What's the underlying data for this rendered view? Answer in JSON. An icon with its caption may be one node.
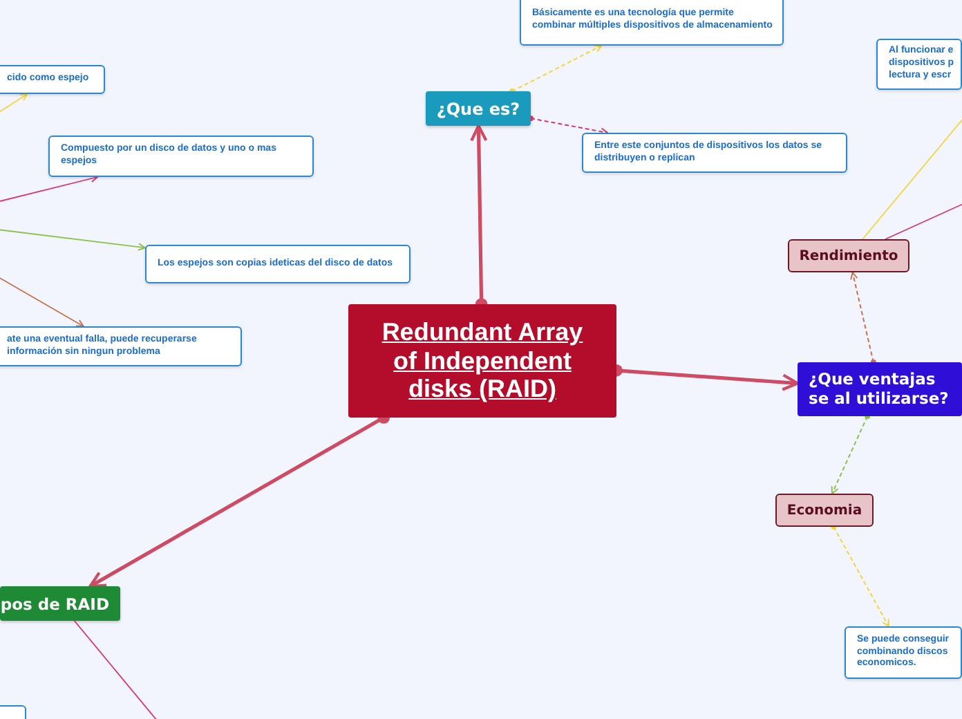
{
  "diagram": {
    "nodes": [
      {
        "text": [
          "Redundant Array of Independent disks (RAID)"
        ]
      },
      {
        "text": [
          "¿Que es?"
        ]
      },
      {
        "text": [
          "Básicamente es una tecnología que permite combinar múltiples dispositivos de almacenamiento"
        ]
      },
      {
        "text": [
          "Entre este conjuntos de dispositivos los datos se distribuyen o replican"
        ]
      },
      {
        "text": [
          "Al funcionar e dispositivos p lectura y escr"
        ]
      },
      {
        "text": [
          "Rendimiento"
        ]
      },
      {
        "text": [
          "¿Que ventajas se al utilizarse?"
        ]
      },
      {
        "text": [
          "Economia"
        ]
      },
      {
        "text": [
          "Se puede conseguir combinando discos economicos."
        ]
      },
      {
        "text": [
          "pos de RAID"
        ]
      },
      {
        "text": [],
        "shape": "box"
      },
      {
        "text": [
          "cido como espejo"
        ]
      },
      {
        "text": [
          "Compuesto por un disco de datos y uno o mas espejos"
        ]
      },
      {
        "text": [
          "Los espejos son copias ideticas del disco de datos"
        ]
      },
      {
        "text": [
          "ate una eventual falla, puede recuperarse información sin ningun problema"
        ]
      }
    ],
    "edges": [
      {
        "from": 0,
        "to": 1,
        "arrow": "to",
        "style": "thick",
        "color": "#cf4a63"
      },
      {
        "from": 0,
        "to": 6,
        "arrow": "to",
        "style": "thick",
        "color": "#cf4a63"
      },
      {
        "from": 0,
        "to": 9,
        "arrow": "to",
        "style": "thick",
        "color": "#cf4a63"
      },
      {
        "from": 1,
        "to": 2,
        "arrow": "to",
        "style": "dashed",
        "color": "#f5d53c"
      },
      {
        "from": 1,
        "to": 3,
        "arrow": "to",
        "style": "dashed",
        "color": "#e0336e"
      },
      {
        "from": 6,
        "to": 5,
        "arrow": "to",
        "style": "dashed",
        "color": "#c8714a"
      },
      {
        "from": 6,
        "to": 7,
        "arrow": "to",
        "style": "dashed",
        "color": "#8bc34a"
      },
      {
        "from": 7,
        "to": 8,
        "arrow": "to",
        "style": "dashed",
        "color": "#f5d53c"
      },
      {
        "from": 5,
        "to": null,
        "arrow": "none",
        "color": "#f5d53c"
      },
      {
        "from": 5,
        "to": null,
        "arrow": "none",
        "color": "#e0336e"
      },
      {
        "from": 9,
        "to": null,
        "arrow": "none",
        "color": "#e0336e"
      },
      {
        "from": null,
        "to": 11,
        "arrow": "to",
        "color": "#f5d53c"
      },
      {
        "from": null,
        "to": 12,
        "arrow": "to",
        "color": "#e0336e"
      },
      {
        "from": null,
        "to": 13,
        "arrow": "to",
        "color": "#8bc34a"
      },
      {
        "from": null,
        "to": 14,
        "arrow": "to",
        "color": "#c8714a"
      }
    ]
  }
}
